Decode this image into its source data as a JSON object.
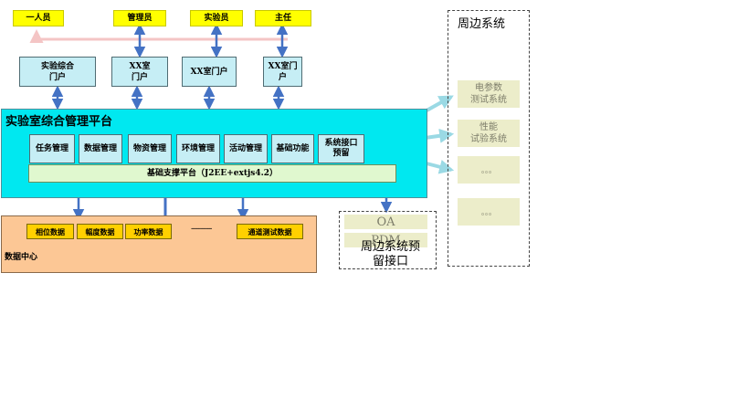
{
  "roles": [
    "一人员",
    "管理员",
    "实验员",
    "主任"
  ],
  "portals": [
    [
      "实验综合",
      "门户"
    ],
    [
      "XX室",
      "门户"
    ],
    [
      "XX室门户"
    ],
    [
      "XX室门",
      "户"
    ]
  ],
  "platform": {
    "title": "实验室综合管理平台",
    "modules": [
      "任务管理",
      "数据管理",
      "物资管理",
      "环境管理",
      "活动管理",
      "基础功能"
    ],
    "interface_module": [
      "系统接口",
      "预留"
    ],
    "support": "基础支撑平台（J2EE+extjs4.2）"
  },
  "data_center": {
    "label": "数据中心",
    "items": [
      "相位数据",
      "幅度数据",
      "功率数据"
    ],
    "ellipsis": "-----------",
    "last_item": "通道测试数据"
  },
  "reserved": {
    "items": [
      "OA",
      "PDM"
    ],
    "label_lines": [
      "周边系统预",
      "留接口"
    ]
  },
  "peripheral": {
    "title": "周边系统",
    "systems": [
      [
        "电参数",
        "测试系统"
      ],
      [
        "性能",
        "试验系统"
      ],
      [
        "。。。"
      ],
      [
        "。。。"
      ]
    ]
  },
  "colors": {
    "arrow": "#4472c4",
    "arrow_light": "#9ad9e4",
    "arrow_pink": "#f4c5c5",
    "role_fill": "#ffff00",
    "platform_fill": "#00e8f0",
    "data_center_fill": "#fcc795"
  }
}
